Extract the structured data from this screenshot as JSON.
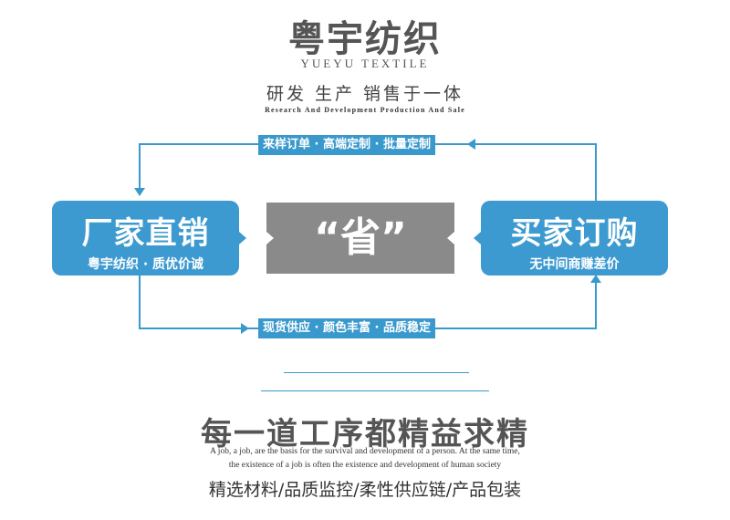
{
  "header": {
    "brand_cn": "粤宇纺织",
    "brand_en": "YUEYU TEXTILE",
    "slogan_cn": "研发 生产 销售于一体",
    "slogan_en": "Research And Development Production And Sale"
  },
  "flow": {
    "top_tag": "来样订单 · 高端定制 · 批量定制",
    "bottom_tag": "现货供应 · 颜色丰富 · 品质稳定",
    "left_box": {
      "title": "厂家直销",
      "subtitle": "粤宇纺织 · 质优价诚"
    },
    "center_box": {
      "title": "“省”"
    },
    "right_box": {
      "title": "买家订购",
      "subtitle": "无中间商赚差价"
    }
  },
  "footer": {
    "title": "每一道工序都精益求精",
    "en_line1": "A job, a job, are the basis for the survival and development of a person. At the same time,",
    "en_line2": "the existence of a job is often the existence and development of human society",
    "slogan": "精选材料/品质监控/柔性供应链/产品包装"
  },
  "colors": {
    "accent": "#3a99cc",
    "center": "#8a8a8a",
    "text": "#555555"
  }
}
